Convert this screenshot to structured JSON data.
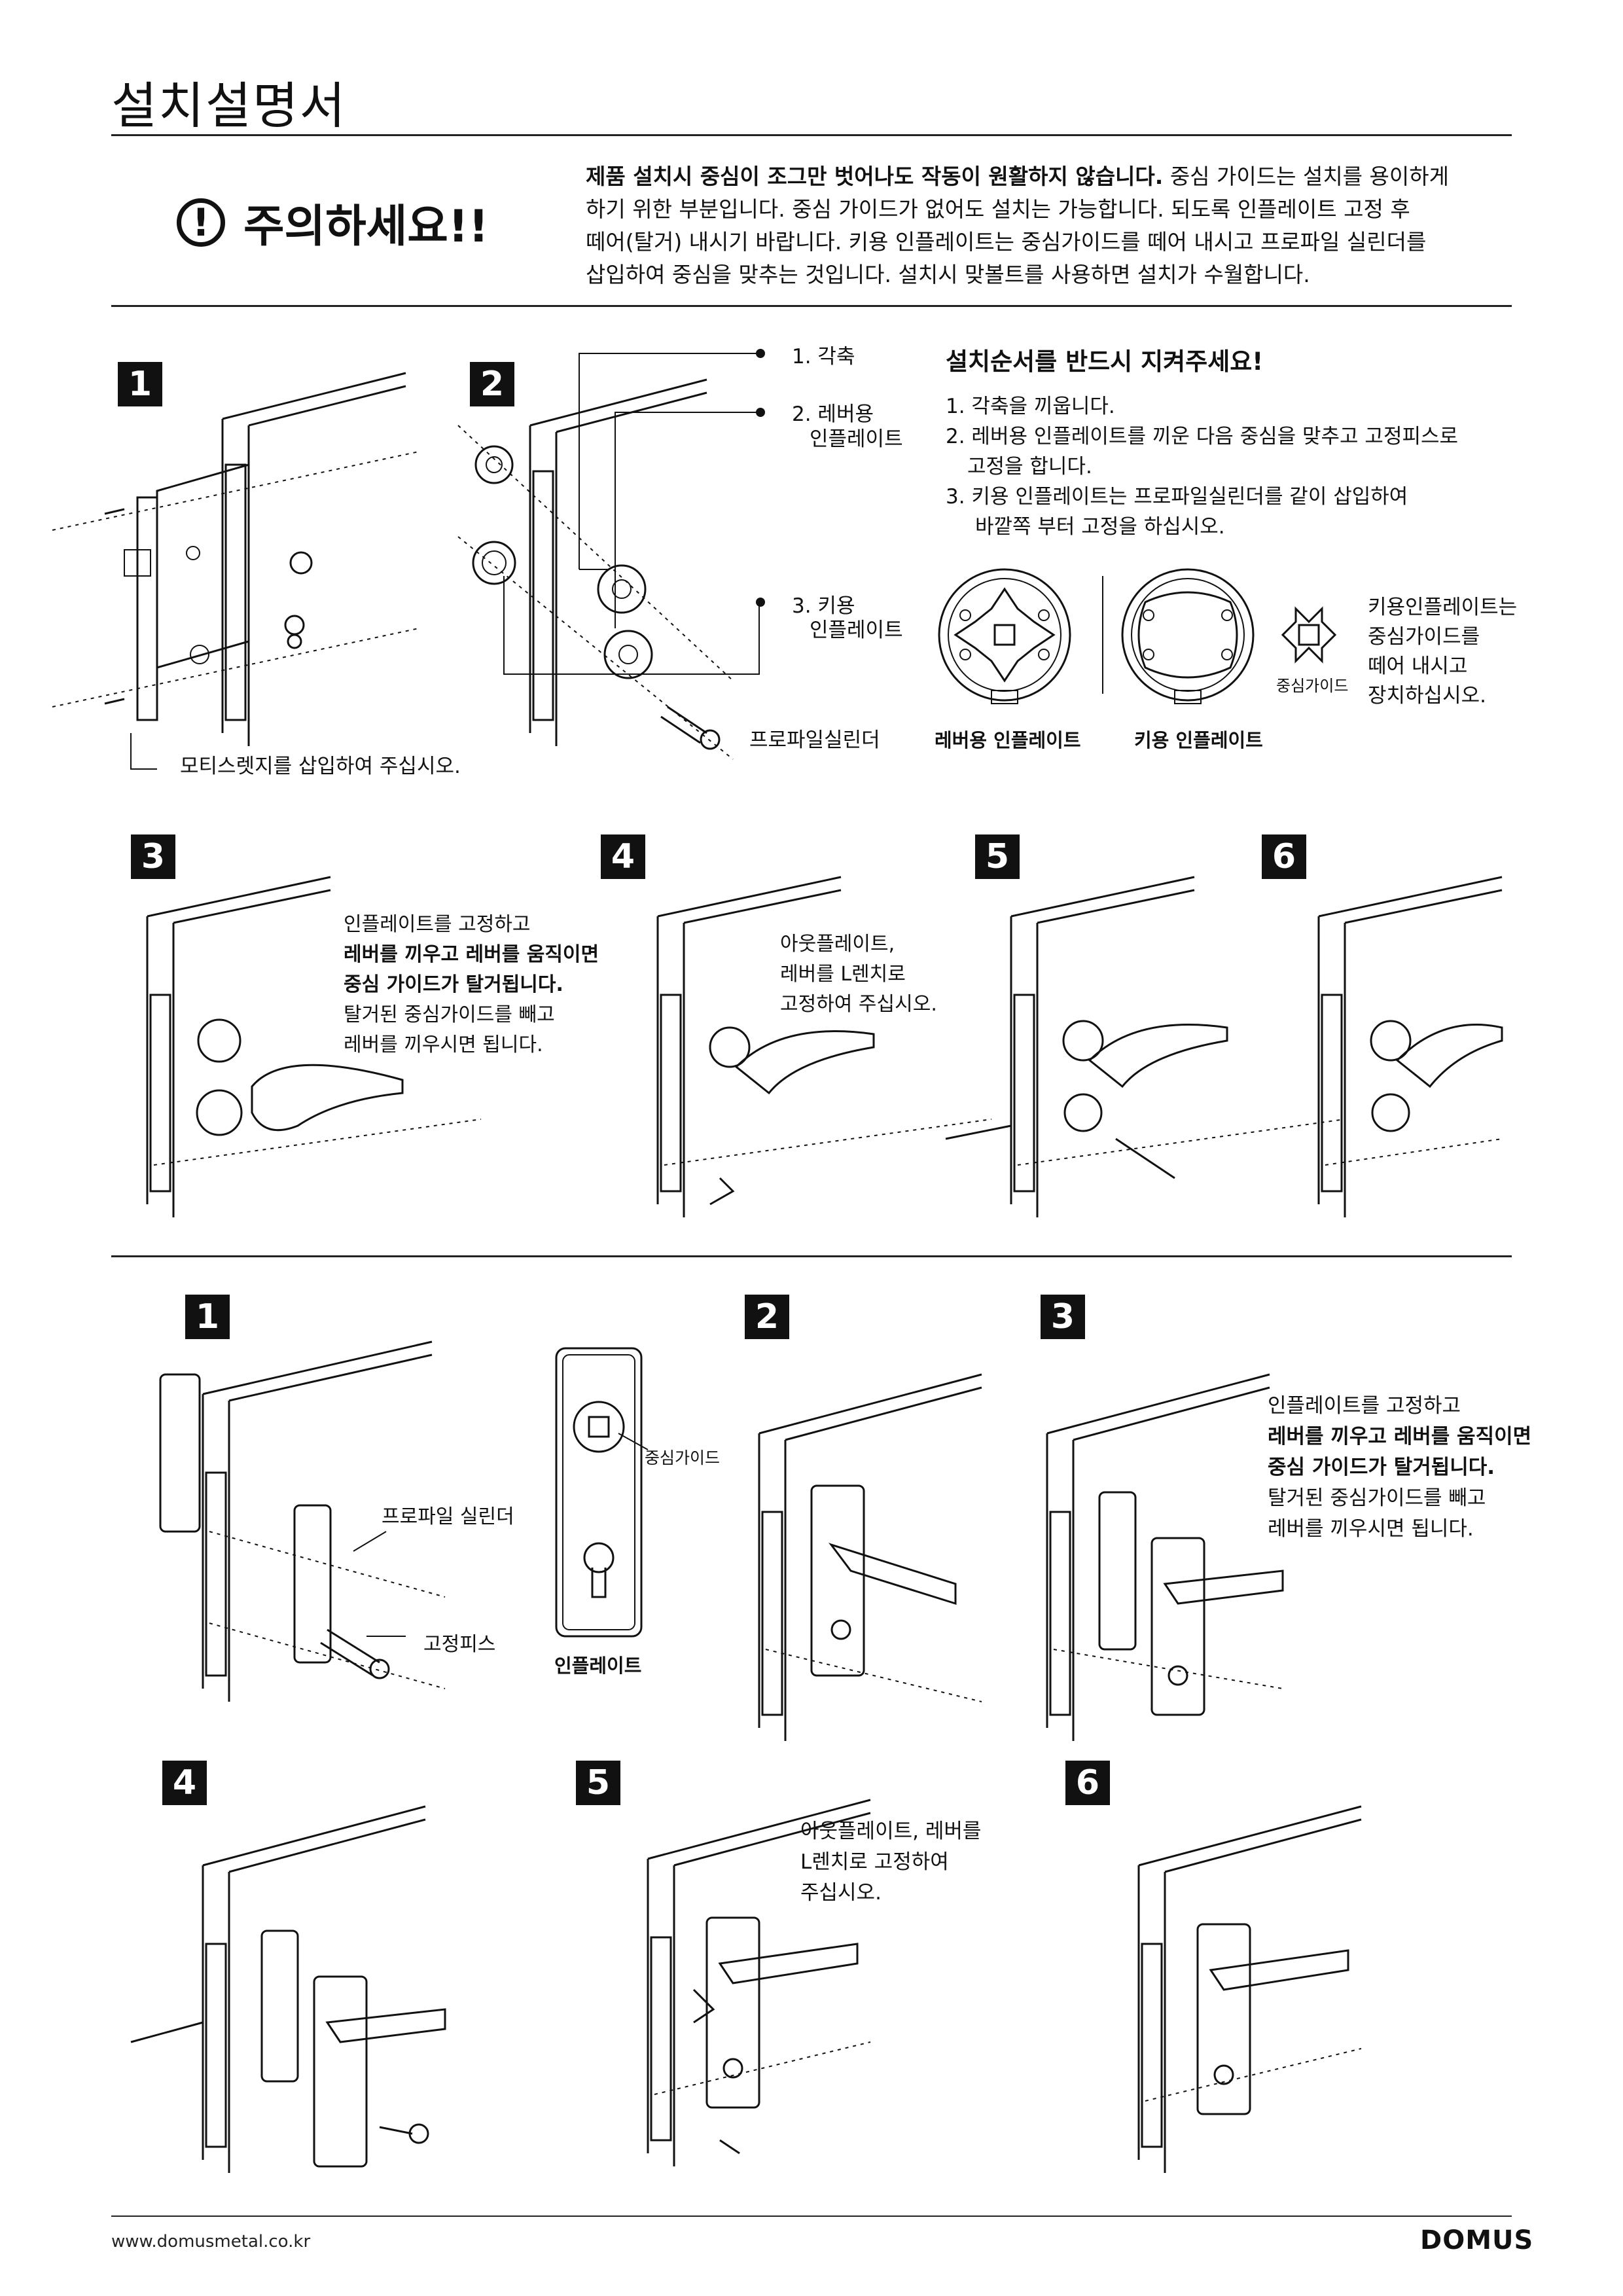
{
  "title": "설치설명서",
  "caution": {
    "icon": "exclamation-circle-icon",
    "label": "주의하세요!!",
    "notice_bold": "제품 설치시 중심이 조그만 벗어나도 작동이 원활하지 않습니다.",
    "notice_lines": [
      " 중심 가이드는 설치를 용이하게",
      "하기 위한 부분입니다. 중심 가이드가 없어도 설치는 가능합니다. 되도록 인플레이트 고정 후",
      "떼어(탈거) 내시기 바랍니다. 키용 인플레이트는 중심가이드를 떼어 내시고 프로파일 실린더를",
      "삽입하여 중심을 맞추는 것입니다. 설치시 맞볼트를 사용하면 설치가 수월합니다."
    ]
  },
  "section1": {
    "steps_top": [
      "1",
      "2"
    ],
    "callouts": {
      "c1": "1. 각축",
      "c2a": "2. 레버용",
      "c2b": "인플레이트",
      "c3a": "3. 키용",
      "c3b": "인플레이트",
      "cylinder": "프로파일실린더",
      "mortise": "모티스렛지를 삽입하여 주십시오."
    },
    "order_title": "설치순서를 반드시 지켜주세요!",
    "order_lines": [
      "1. 각축을 끼웁니다.",
      "2. 레버용 인플레이트를 끼운 다음 중심을 맞추고 고정피스로",
      "고정을 합니다.",
      "3. 키용 인플레이트는 프로파일실린더를 같이 삽입하여",
      "바깥쪽 부터 고정을 하십시오."
    ],
    "plate_labels": [
      "레버용 인플레이트",
      "키용 인플레이트"
    ],
    "guide_label": "중심가이드",
    "guide_note": [
      "키용인플레이트는",
      "중심가이드를",
      "떼어 내시고",
      "장치하십시오."
    ],
    "steps_bottom": [
      "3",
      "4",
      "5",
      "6"
    ],
    "step3_lines": [
      "인플레이트를 고정하고"
    ],
    "step3_bold": [
      "레버를 끼우고 레버를 움직이면",
      "중심 가이드가 탈거됩니다."
    ],
    "step3_tail": [
      "탈거된 중심가이드를 빼고",
      "레버를 끼우시면 됩니다."
    ],
    "step4_lines": [
      "아웃플레이트,",
      "레버를 L렌치로",
      "고정하여 주십시오."
    ]
  },
  "section2": {
    "steps_top": [
      "1",
      "2",
      "3"
    ],
    "cylinder_label": "프로파일 실린더",
    "screw_label": "고정피스",
    "guide_label": "중심가이드",
    "inplate_label": "인플레이트",
    "step3_lines": [
      "인플레이트를 고정하고"
    ],
    "step3_bold": [
      "레버를 끼우고 레버를 움직이면",
      "중심 가이드가 탈거됩니다."
    ],
    "step3_tail": [
      "탈거된 중심가이드를 빼고",
      "레버를 끼우시면 됩니다."
    ],
    "steps_bottom": [
      "4",
      "5",
      "6"
    ],
    "step5_lines": [
      "아웃플레이트, 레버를",
      "L렌치로 고정하여",
      "주십시오."
    ]
  },
  "footer": {
    "url": "www.domusmetal.co.kr",
    "logo": "DOMUS"
  }
}
